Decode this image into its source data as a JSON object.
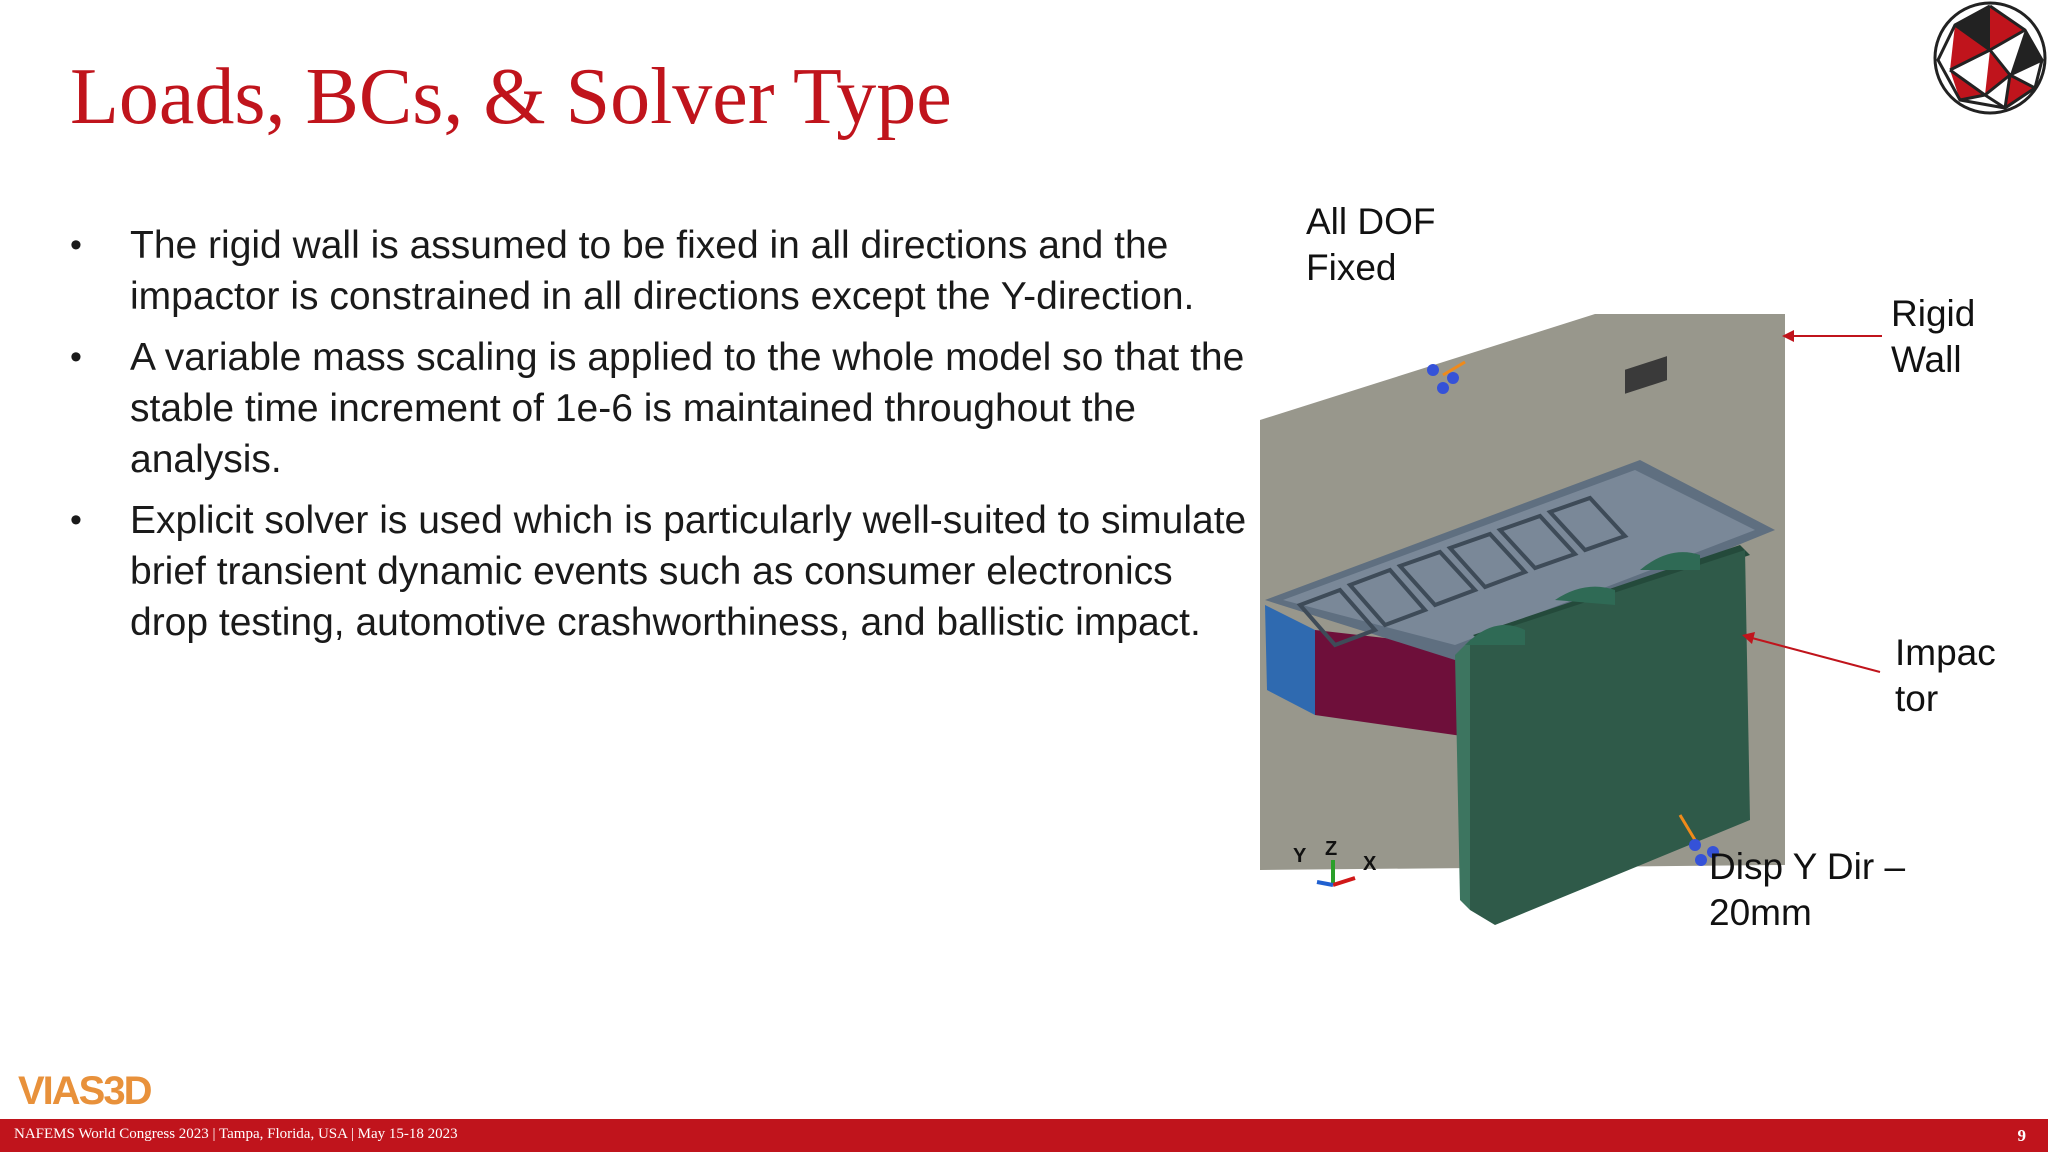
{
  "slide": {
    "title": "Loads, BCs, & Solver Type",
    "bullets": [
      {
        "marker": "•",
        "text": "The rigid wall is assumed to be fixed in all directions and the impactor is constrained in all directions except the Y-direction."
      },
      {
        "marker": "•",
        "text": "A variable mass scaling is applied to the whole model so that the stable time increment of 1e-6 is maintained throughout the analysis."
      },
      {
        "marker": "•",
        "text": "Explicit solver is used which is particularly well-suited to simulate brief transient dynamic events such as consumer electronics drop testing, automotive crashworthiness, and ballistic impact."
      }
    ],
    "figure_labels": {
      "all_dof": "All DOF\nFixed",
      "rigid_wall": "Rigid\nWall",
      "impactor": "Impac\ntor",
      "disp": "Disp Y Dir –\n20mm"
    },
    "axes": {
      "y": "Y",
      "z": "Z",
      "x": "X"
    }
  },
  "footer": {
    "logo_text": "VIAS3D",
    "text": "NAFEMS World Congress 2023 | Tampa, Florida, USA | May 15-18 2023",
    "page": "9"
  },
  "colors": {
    "brand_red": "#c0141c",
    "wall_gray": "#98978c",
    "impactor_green": "#2f5a49",
    "body_blue": "#2f6ab0",
    "body_maroon": "#6e0f3a",
    "logo_orange": "#e8913b"
  },
  "icons": {
    "top_right_logo": "geodesic-sphere-logo-icon"
  }
}
